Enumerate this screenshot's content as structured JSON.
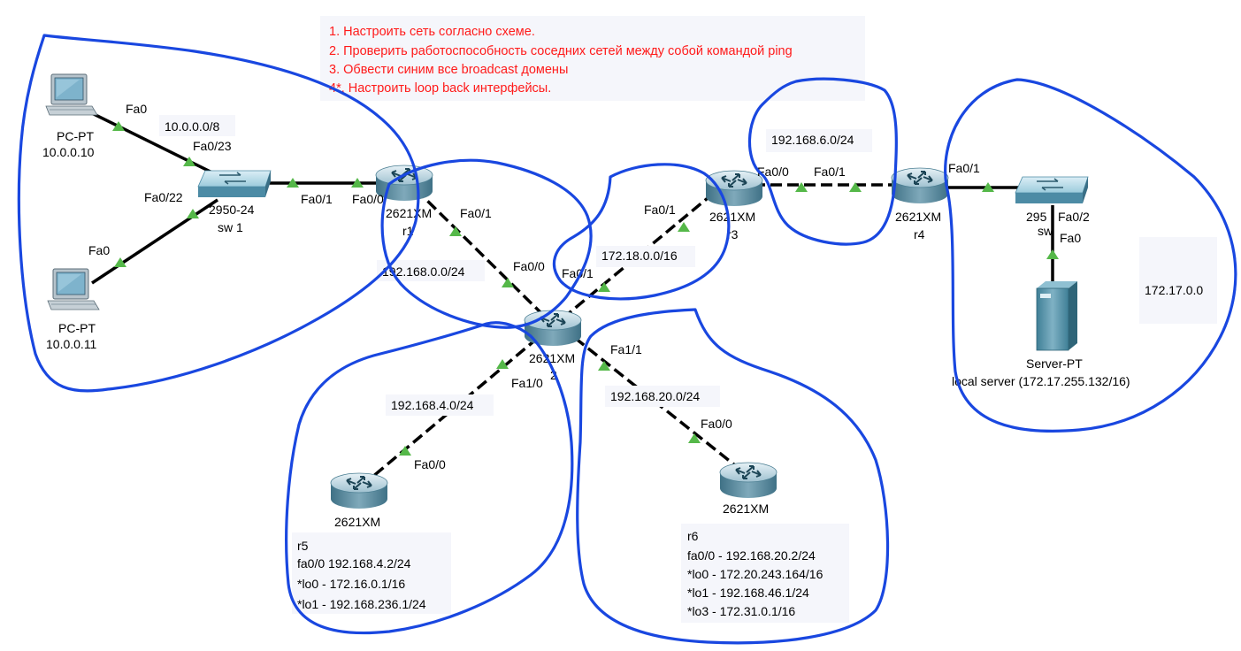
{
  "tasks": [
    "1. Настроить сеть согласно схеме.",
    "2. Проверить работоспособность соседних сетей между собой командой ping",
    "3. Обвести синим все broadcast домены",
    "4*. Настроить loop back интерфейсы."
  ],
  "colors": {
    "task_text": "#ff1a1a",
    "domain_outline": "#1947e0",
    "link_up": "#55b849",
    "router_body": "#5d8fa3",
    "switch_body": "#4f8da8",
    "note_bg": "#f5f6fb"
  },
  "devices": {
    "pc1": {
      "model": "PC-PT",
      "ip": "10.0.0.10",
      "icon": "pc-icon"
    },
    "pc2": {
      "model": "PC-PT",
      "ip": "10.0.0.11",
      "icon": "pc-icon"
    },
    "sw1": {
      "model": "2950-24",
      "name": "sw 1",
      "icon": "switch-icon"
    },
    "sw2": {
      "model": "295",
      "name": "sw",
      "icon": "switch-icon"
    },
    "r1": {
      "model": "2621XM",
      "name": "r1",
      "icon": "router-icon"
    },
    "r2": {
      "model": "2621XM",
      "name": "2",
      "icon": "router-icon"
    },
    "r3": {
      "model": "2621XM",
      "name": "r3",
      "icon": "router-icon"
    },
    "r4": {
      "model": "2621XM",
      "name": "r4",
      "icon": "router-icon"
    },
    "r5": {
      "model": "2621XM",
      "name": "",
      "icon": "router-icon"
    },
    "r6": {
      "model": "2621XM",
      "name": "",
      "icon": "router-icon"
    },
    "server": {
      "model": "Server-PT",
      "name": "local server (172.17.255.132/16)",
      "icon": "server-icon"
    }
  },
  "ports": {
    "pc1_fa0": "Fa0",
    "pc2_fa0": "Fa0",
    "sw1_fa023": "Fa0/23",
    "sw1_fa022": "Fa0/22",
    "sw1_fa01": "Fa0/1",
    "r1_fa00": "Fa0/0",
    "r1_fa01": "Fa0/1",
    "r2_fa00": "Fa0/0",
    "r2_fa01": "Fa0/1",
    "r2_fa10": "Fa1/0",
    "r2_fa11": "Fa1/1",
    "r3_fa01": "Fa0/1",
    "r3_fa00": "Fa0/0",
    "r4_fa01_left": "Fa0/1",
    "r4_fa01_right": "Fa0/1",
    "sw2_fa02": "Fa0/2",
    "server_fa0": "Fa0",
    "r5_fa00": "Fa0/0",
    "r6_fa00": "Fa0/0"
  },
  "networks": {
    "lan1": "10.0.0.0/8",
    "r1_r2": "192.168.0.0/24",
    "r2_r3": "172.18.0.0/16",
    "r3_r4": "192.168.6.0/24",
    "r2_r5": "192.168.4.0/24",
    "r2_r6": "192.168.20.0/24",
    "lan2": "172.17.0.0"
  },
  "notes": {
    "r5": [
      "r5",
      "fa0/0 192.168.4.2/24",
      "*lo0 - 172.16.0.1/16",
      "*lo1 - 192.168.236.1/24"
    ],
    "r6": [
      "r6",
      "fa0/0 - 192.168.20.2/24",
      "*lo0 - 172.20.243.164/16",
      "*lo1 - 192.168.46.1/24",
      "*lo3 - 172.31.0.1/16"
    ]
  }
}
